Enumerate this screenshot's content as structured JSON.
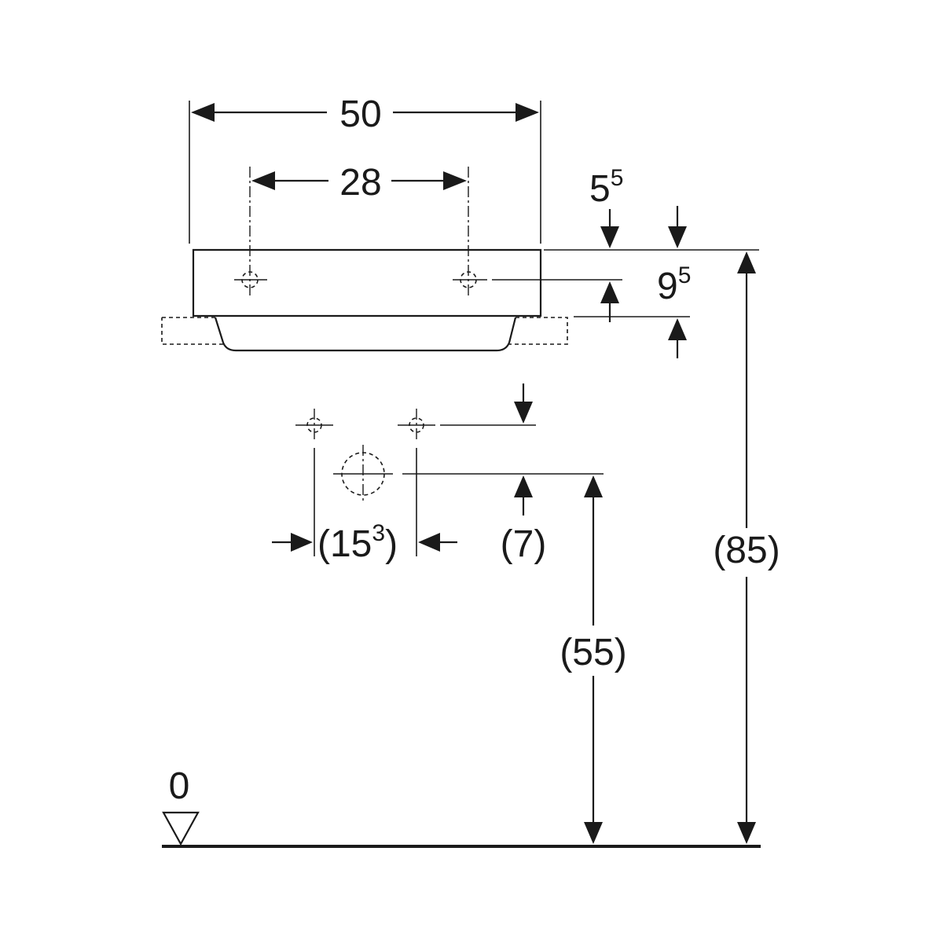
{
  "dimensions": {
    "width_overall": "50",
    "tap_hole_spacing": "28",
    "top_offset_main": "5",
    "top_offset_sup": "5",
    "rim_thickness_main": "9",
    "rim_thickness_sup": "5",
    "supply_spacing_main": "(15",
    "supply_spacing_sup": "3",
    "supply_spacing_close": ")",
    "supply_offset": "(7)",
    "drain_height": "(55)",
    "rim_height": "(85)",
    "floor_level": "0"
  }
}
